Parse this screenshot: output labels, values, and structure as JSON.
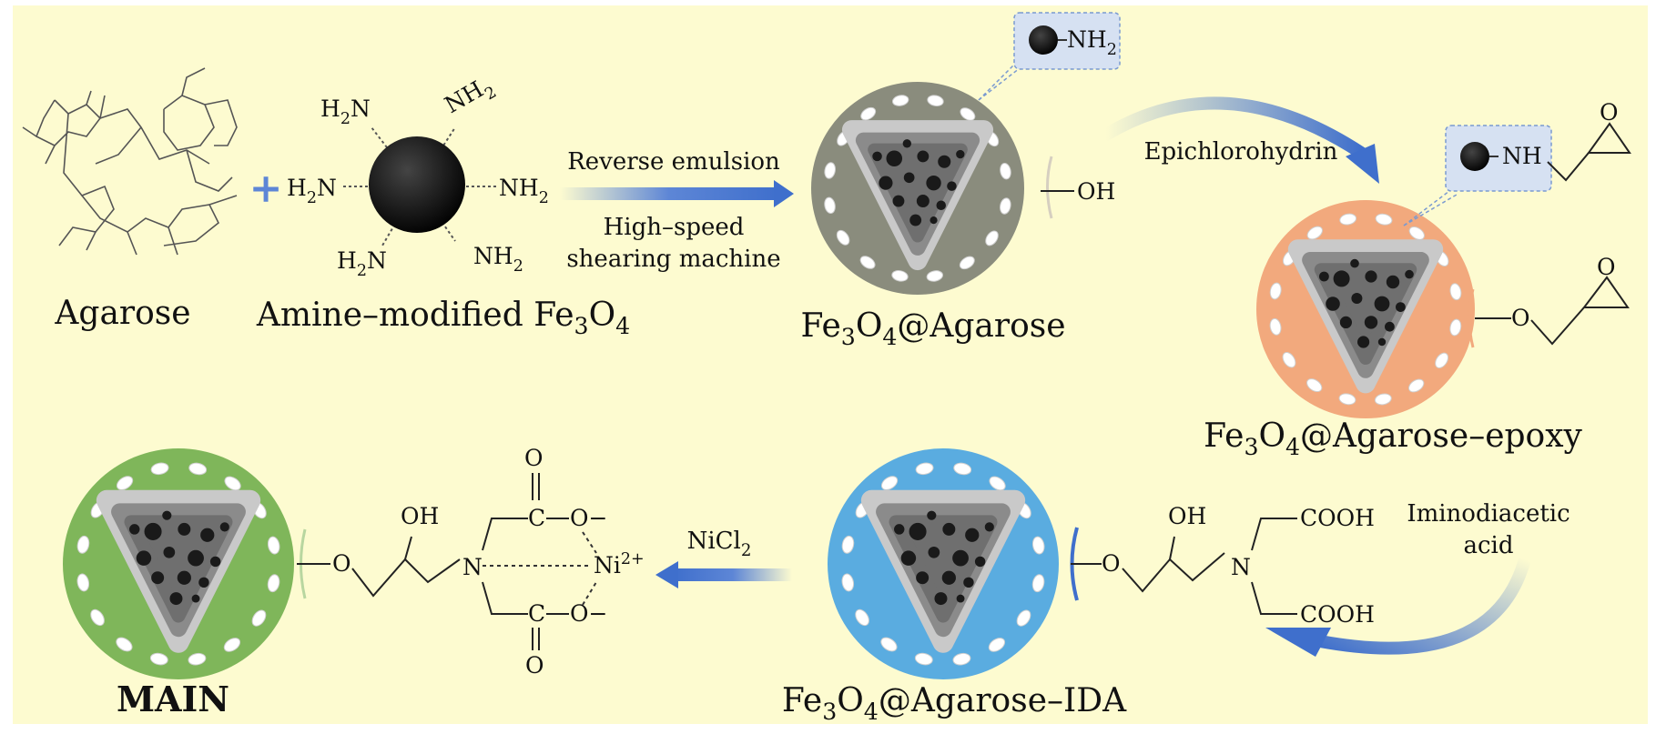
{
  "labels": {
    "agarose": "Agarose",
    "amine_fe3o4": "Amine–modified Fe3O4",
    "fe3o4_agarose": "Fe3O4@Agarose",
    "fe3o4_agarose_epoxy": "Fe3O4@Agarose–epoxy",
    "fe3o4_agarose_ida": "Fe3O4@Agarose–IDA",
    "main": "MAIN"
  },
  "steps": {
    "reverse_emulsion": "Reverse emulsion",
    "high_speed": "High–speed",
    "shearing_machine": "shearing machine",
    "epichlorohydrin": "Epichlorohydrin",
    "iminodiacetic": "Iminodiacetic",
    "acid": "acid",
    "nicl2": "NiCl2"
  },
  "groups": {
    "nh2": "NH2",
    "h2n": "H2N",
    "nh": "NH",
    "oh": "OH",
    "o": "O",
    "n": "N",
    "cooh": "COOH",
    "c": "C",
    "o_minus": "O−",
    "ni": "Ni2+",
    "plus": "+"
  },
  "colors": {
    "background": "#fdfbd0",
    "arrow": "#3f6fcc",
    "core_gray": "#8a8c7d",
    "shell_orange": "#f2a97d",
    "shell_blue": "#5aace0",
    "shell_green": "#7fb65a",
    "callout": "#d6e1f2"
  }
}
